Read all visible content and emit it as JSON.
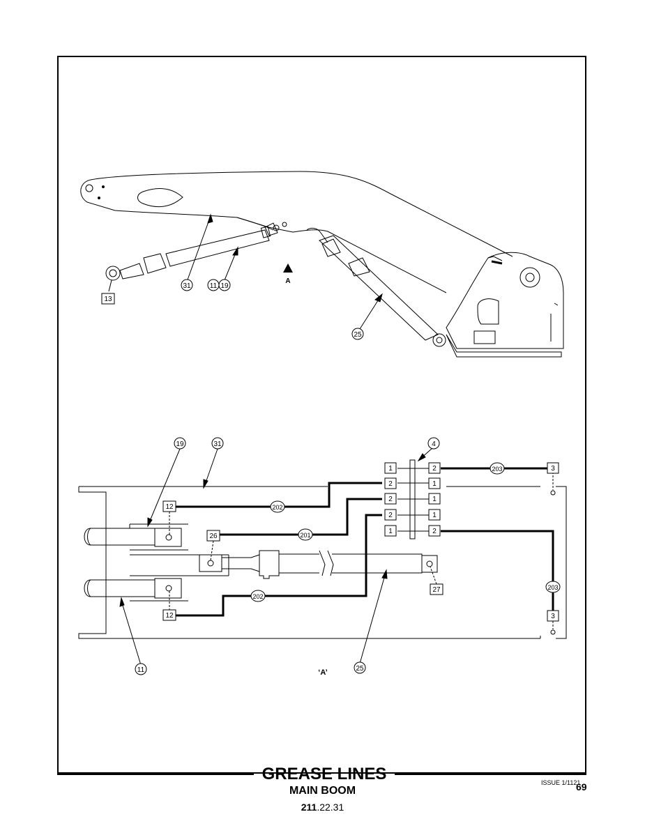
{
  "callouts": {
    "c13": "13",
    "c31": "31",
    "c11": "11",
    "c19": "19",
    "c25": "25",
    "view_marker": "A",
    "b19": "19",
    "b31": "31",
    "b4": "4",
    "b202_top": "202",
    "b201": "201",
    "b202_bottom": "202",
    "b203_top": "203",
    "b203_side": "203",
    "b12_top": "12",
    "b12_bottom": "12",
    "b26": "26",
    "b27": "27",
    "b3_top": "3",
    "b3_bottom": "3",
    "b11": "11",
    "b25": "25",
    "view_label": "‘A’",
    "manifold_left": [
      "1",
      "2",
      "2",
      "2",
      "1"
    ],
    "manifold_right": [
      "2",
      "1",
      "1",
      "1",
      "2"
    ]
  },
  "footer": {
    "title": "GREASE LINES",
    "subtitle": "MAIN BOOM",
    "doc_prefix": "211",
    "doc_suffix": ".22.31",
    "issue": "ISSUE 1/1121",
    "page": "69"
  }
}
